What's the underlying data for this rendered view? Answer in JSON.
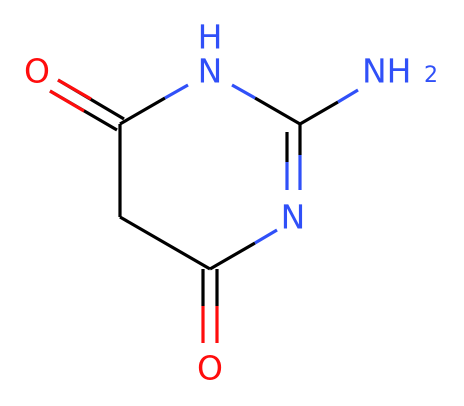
{
  "structure": {
    "atoms": {
      "oxygen_left": "O",
      "nitrogen_top": "H\nN",
      "amino_group": "NH",
      "amino_subscript": "2",
      "nitrogen_bottom": "N",
      "oxygen_bottom": "O"
    },
    "colors": {
      "oxygen": "#ff0d0d",
      "nitrogen": "#3050f8",
      "carbon_bond": "#000000"
    }
  }
}
